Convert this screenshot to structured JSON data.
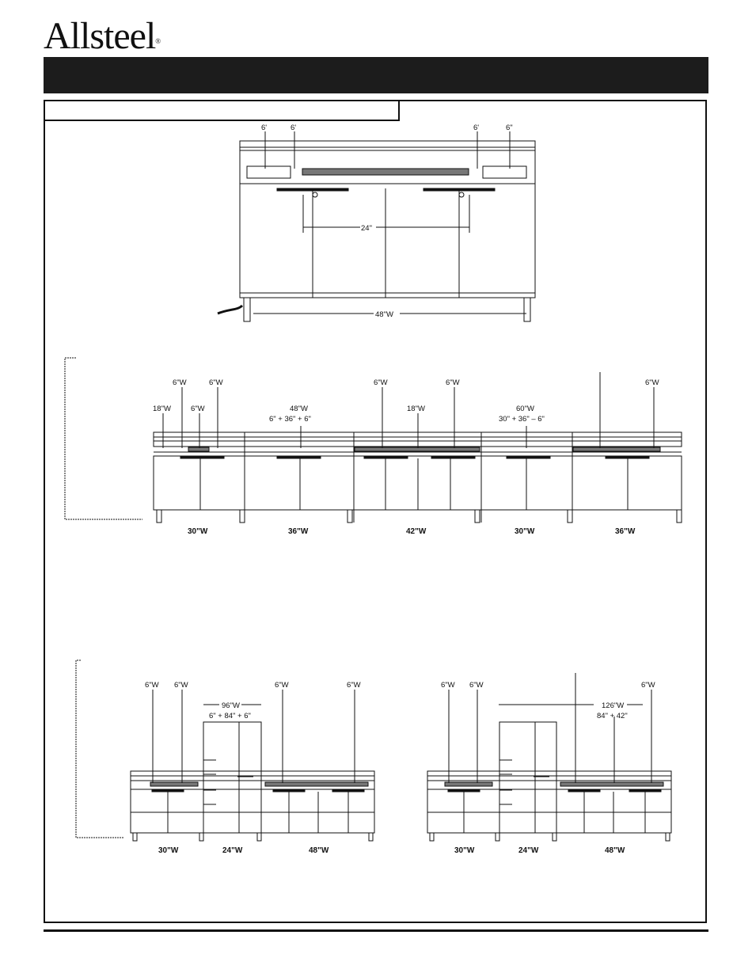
{
  "brand": {
    "name": "Allsteel",
    "mark": "®"
  },
  "fig1": {
    "top_labels": [
      "6'",
      "6'",
      "6'",
      "6\""
    ],
    "dim_24": "24\"",
    "dim_48": "48\"W"
  },
  "fig2": {
    "top_labels": [
      {
        "text": "6\"W"
      },
      {
        "text": "6\"W"
      },
      {
        "text": "18\"W"
      },
      {
        "text": "6\"W"
      },
      {
        "text": "48\"W"
      },
      {
        "text": "6\" + 36\" + 6\""
      },
      {
        "text": "6\"W"
      },
      {
        "text": "18\"W"
      },
      {
        "text": "6\"W"
      },
      {
        "text": "60\"W"
      },
      {
        "text": "30\" + 36\" – 6\""
      },
      {
        "text": "6\"W"
      }
    ],
    "bottom_labels": [
      "30\"W",
      "36\"W",
      "42\"W",
      "30\"W",
      "36\"W"
    ]
  },
  "fig3": {
    "top_labels": [
      "6\"W",
      "6\"W",
      "6\"W",
      "6\"W"
    ],
    "dim_title": "96\"W",
    "dim_sub": "6\" + 84\" + 6\"",
    "bottom_labels": [
      "30\"W",
      "24\"W",
      "48\"W"
    ]
  },
  "fig4": {
    "top_labels": [
      "6\"W",
      "6\"W",
      "6\"W"
    ],
    "dim_title": "126\"W",
    "dim_sub": "84\" + 42\"",
    "bottom_labels": [
      "30\"W",
      "24\"W",
      "48\"W"
    ]
  }
}
